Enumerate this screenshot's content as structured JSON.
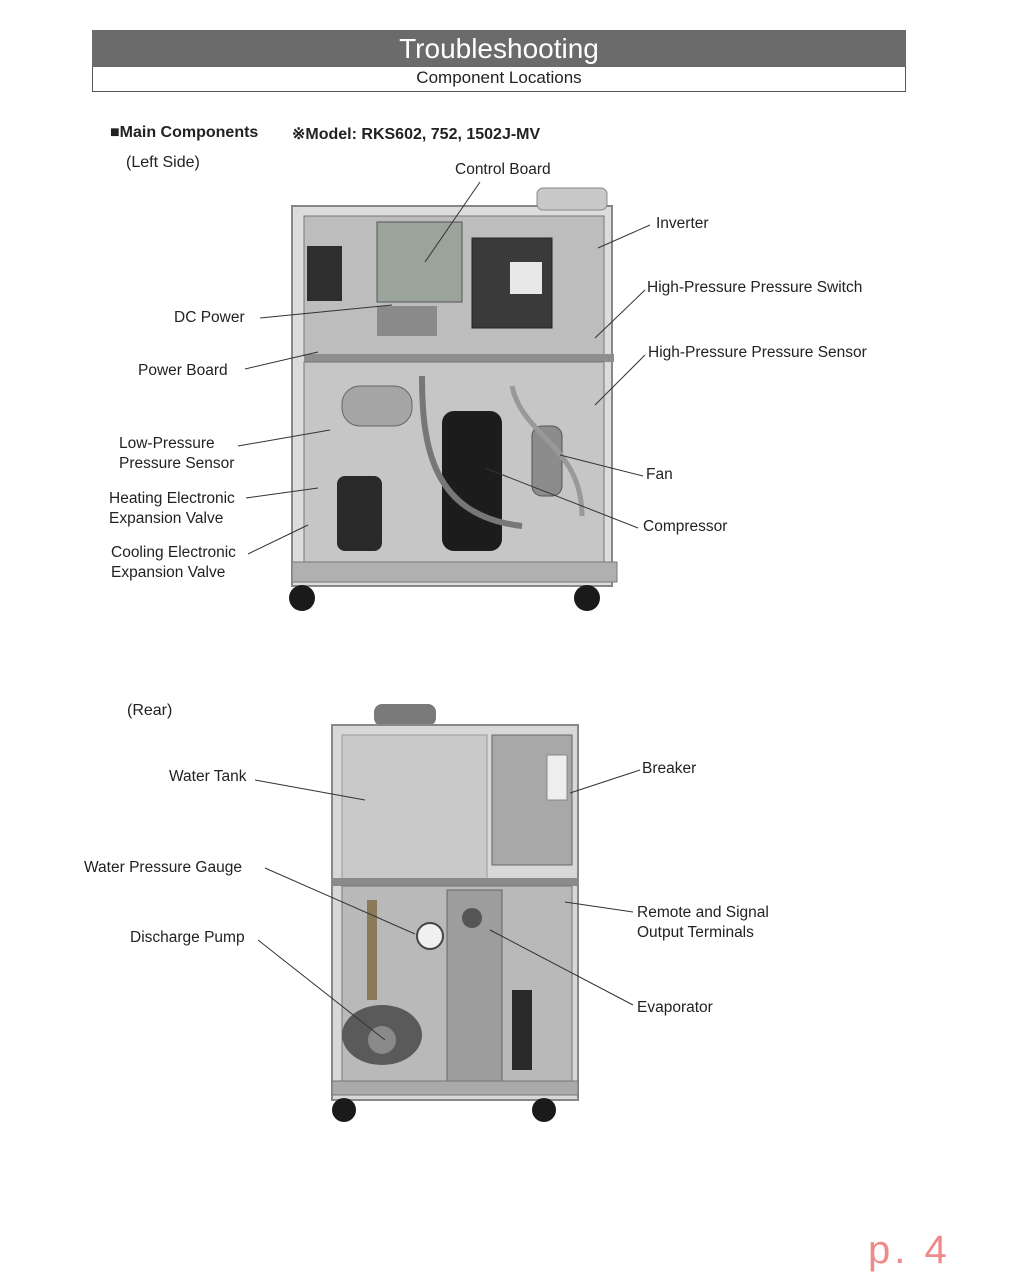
{
  "header": {
    "title": "Troubleshooting",
    "subtitle": "Component Locations"
  },
  "section": {
    "heading": "■Main Components",
    "model": "※Model: RKS602, 752, 1502J-MV"
  },
  "left_view": {
    "label": "(Left Side)",
    "callouts": {
      "control_board": "Control Board",
      "inverter": "Inverter",
      "hp_switch": "High-Pressure Pressure Switch",
      "hp_sensor": "High-Pressure Pressure Sensor",
      "dc_power": "DC Power",
      "power_board": "Power Board",
      "lp_sensor_1": "Low-Pressure",
      "lp_sensor_2": "Pressure Sensor",
      "heating_1": "Heating Electronic",
      "heating_2": "Expansion Valve",
      "cooling_1": "Cooling  Electronic",
      "cooling_2": "Expansion Valve",
      "fan": "Fan",
      "compressor": "Compressor"
    }
  },
  "rear_view": {
    "label": "(Rear)",
    "callouts": {
      "water_tank": "Water Tank",
      "breaker": "Breaker",
      "water_gauge": "Water Pressure Gauge",
      "remote_1": "Remote and Signal",
      "remote_2": "Output Terminals",
      "discharge_pump": "Discharge Pump",
      "evaporator": "Evaporator"
    }
  },
  "page": {
    "number": "p. 4"
  },
  "colors": {
    "header_bg": "#6b6b6b",
    "page_number": "#f08a8a"
  }
}
